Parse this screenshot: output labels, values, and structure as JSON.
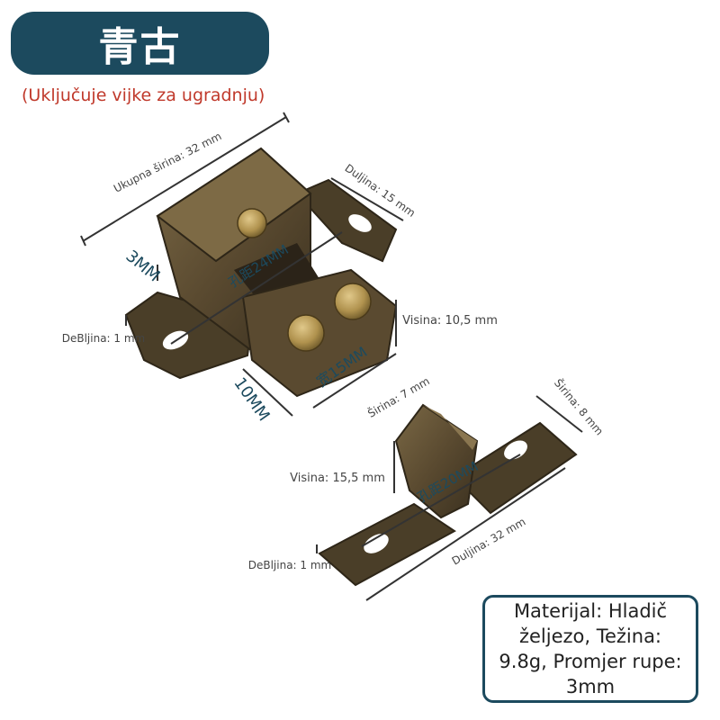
{
  "title": "青古",
  "subtitle": "(Uključuje vijke za ugradnju)",
  "latch_labels": {
    "total_width": "Ukupna širina: 32 mm",
    "length": "Duljina: 15 mm",
    "hole_3mm": "3MM",
    "hole_spacing": "孔距24MM",
    "height": "Visina: 10,5 mm",
    "thickness": "DeBljina: 1 mm",
    "depth": "10MM",
    "width_15": "宽15MM"
  },
  "strike_labels": {
    "width_7": "Širina: 7 mm",
    "width_8": "Širina: 8 mm",
    "height": "Visina: 15,5 mm",
    "hole_spacing": "孔距20MM",
    "length": "Duljina: 32 mm",
    "thickness": "DeBljina: 1 mm"
  },
  "note": "Materijal: Hladič željezo, Težina: 9.8g, Promjer rupe: 3mm",
  "colors": {
    "title_bg": "#1c4a5e",
    "subtitle": "#c0392b",
    "metal": "#6b5a3a",
    "metal_dark": "#3f3524",
    "brass": "#b89a5a"
  }
}
